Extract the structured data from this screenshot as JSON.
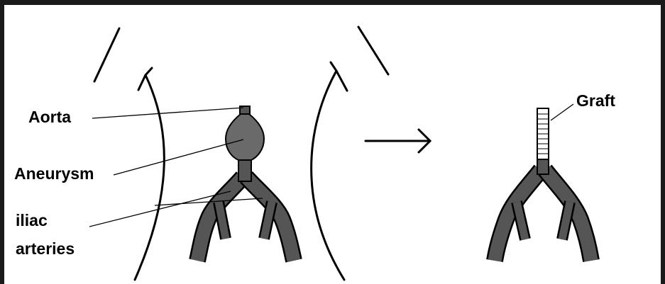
{
  "labels": {
    "aorta": "Aorta",
    "aneurysm": "Aneurysm",
    "iliac_line1": "iliac",
    "iliac_line2": "arteries",
    "graft": "Graft"
  },
  "colors": {
    "vessel": "#555555",
    "aneurysm_fill": "#6a6a6a",
    "outline": "#000000",
    "frame": "#1a1a1a"
  }
}
